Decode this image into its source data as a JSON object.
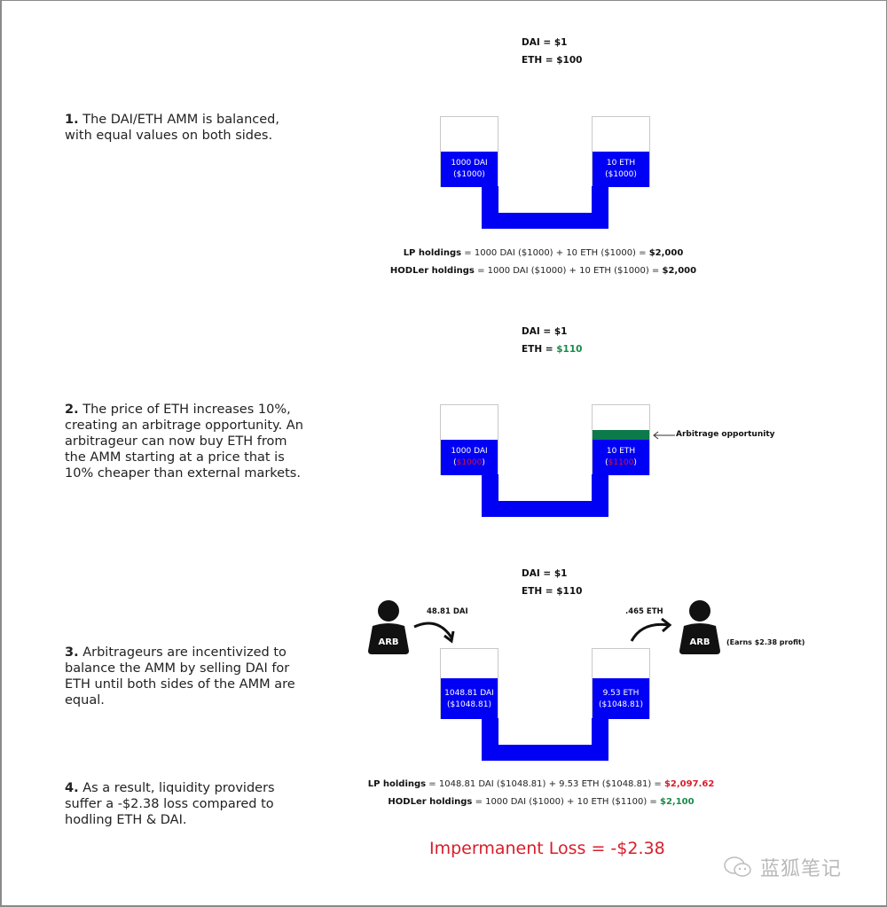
{
  "sections": [
    {
      "prices": {
        "dai": "DAI = $1",
        "eth_prefix": "ETH = ",
        "eth_value": "$100"
      },
      "step": {
        "num": "1.",
        "text": " The DAI/ETH AMM is balanced, with equal values on both sides."
      },
      "left_tank": {
        "amount": "1000 DAI",
        "value": "($1000)"
      },
      "right_tank": {
        "amount": "10 ETH",
        "value": "($1000)"
      },
      "lp": {
        "label": "LP holdings",
        "expr": " = 1000 DAI ($1000) + 10 ETH ($1000) = ",
        "total": "$2,000"
      },
      "hodl": {
        "label": "HODLer holdings",
        "expr": " = 1000 DAI ($1000) + 10 ETH ($1000) = ",
        "total": "$2,000"
      }
    },
    {
      "prices": {
        "dai": "DAI = $1",
        "eth_prefix": "ETH = ",
        "eth_value": "$110"
      },
      "step": {
        "num": "2.",
        "text": " The price of ETH increases 10%, creating an arbitrage opportunity. An arbitrageur can now buy ETH from the AMM starting at a price that is 10% cheaper than external markets."
      },
      "left_tank": {
        "amount": "1000 DAI",
        "value_open": "(",
        "value": "$1000",
        "value_close": ")"
      },
      "right_tank": {
        "amount": "10 ETH",
        "value_open": "(",
        "value": "$1100",
        "value_close": ")"
      },
      "annotation": "Arbitrage opportunity"
    },
    {
      "prices": {
        "dai": "DAI = $1",
        "eth_prefix": "ETH = ",
        "eth_value": "$110"
      },
      "step": {
        "num": "3.",
        "text": " Arbitrageurs are incentivized to balance the AMM by selling DAI for ETH until both sides of the AMM are equal."
      },
      "left_arb": {
        "label": "ARB",
        "flow": "48.81 DAI"
      },
      "right_arb": {
        "label": "ARB",
        "flow": ".465 ETH",
        "note": "(Earns $2.38 profit)"
      },
      "left_tank": {
        "amount": "1048.81 DAI",
        "value": "($1048.81)"
      },
      "right_tank": {
        "amount": "9.53 ETH",
        "value": "($1048.81)"
      }
    },
    {
      "step": {
        "num": "4.",
        "text": " As a result, liquidity providers suffer a -$2.38 loss compared to hodling ETH & DAI."
      },
      "lp": {
        "label": "LP holdings",
        "expr": " = 1048.81 DAI ($1048.81) + 9.53 ETH ($1048.81) = ",
        "total": "$2,097.62"
      },
      "hodl": {
        "label": "HODLer holdings",
        "expr": " = 1000 DAI ($1000) + 10 ETH ($1100) = ",
        "total": "$2,100"
      }
    }
  ],
  "result": "Impermanent Loss = -$2.38",
  "watermark": {
    "icon": "wechat-icon",
    "text": "蓝狐笔记"
  },
  "colors": {
    "pool_blue": "#0000f5",
    "arb_green": "#0c7a4a",
    "loss_red": "#d81e2a",
    "gain_green": "#1a8a4a"
  }
}
